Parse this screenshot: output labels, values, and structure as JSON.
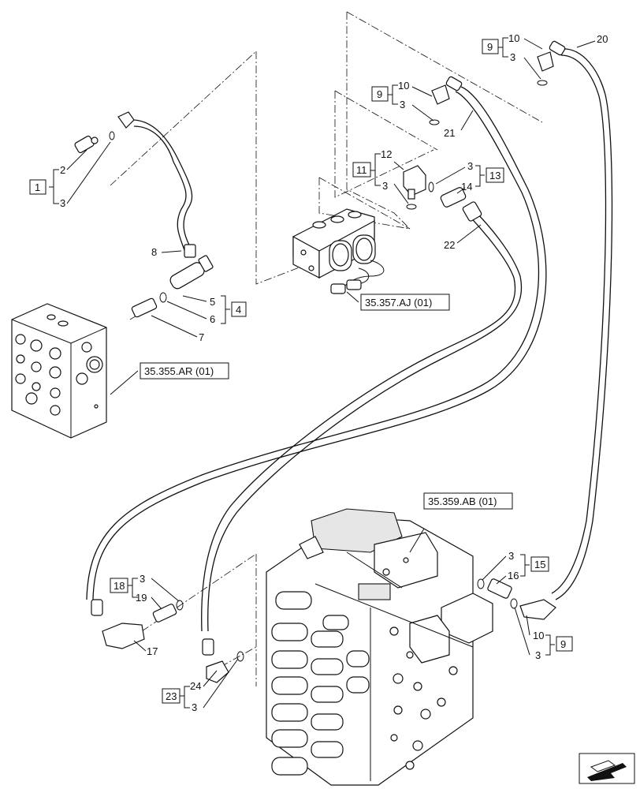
{
  "callouts": {
    "c1": "1",
    "c2": "2",
    "c3a": "3",
    "c4": "4",
    "c5": "5",
    "c6": "6",
    "c7": "7",
    "c8": "8",
    "c9a": "9",
    "c10a": "10",
    "c3b": "3",
    "c9b": "9",
    "c10b": "10",
    "c3c": "3",
    "c20": "20",
    "c21": "21",
    "c11": "11",
    "c12": "12",
    "c3d": "3",
    "c13": "13",
    "c3e": "3",
    "c14": "14",
    "c22": "22",
    "c15": "15",
    "c3f": "3",
    "c16": "16",
    "c9c": "9",
    "c10c": "10",
    "c3g": "3",
    "c18": "18",
    "c3h": "3",
    "c19": "19",
    "c17": "17",
    "c23": "23",
    "c24": "24",
    "c3i": "3"
  },
  "references": {
    "ref_aj": "35.357.AJ (01)",
    "ref_ar": "35.355.AR (01)",
    "ref_ab": "35.359.AB (01)"
  },
  "icons": {
    "next_page": "arrow-icon"
  }
}
